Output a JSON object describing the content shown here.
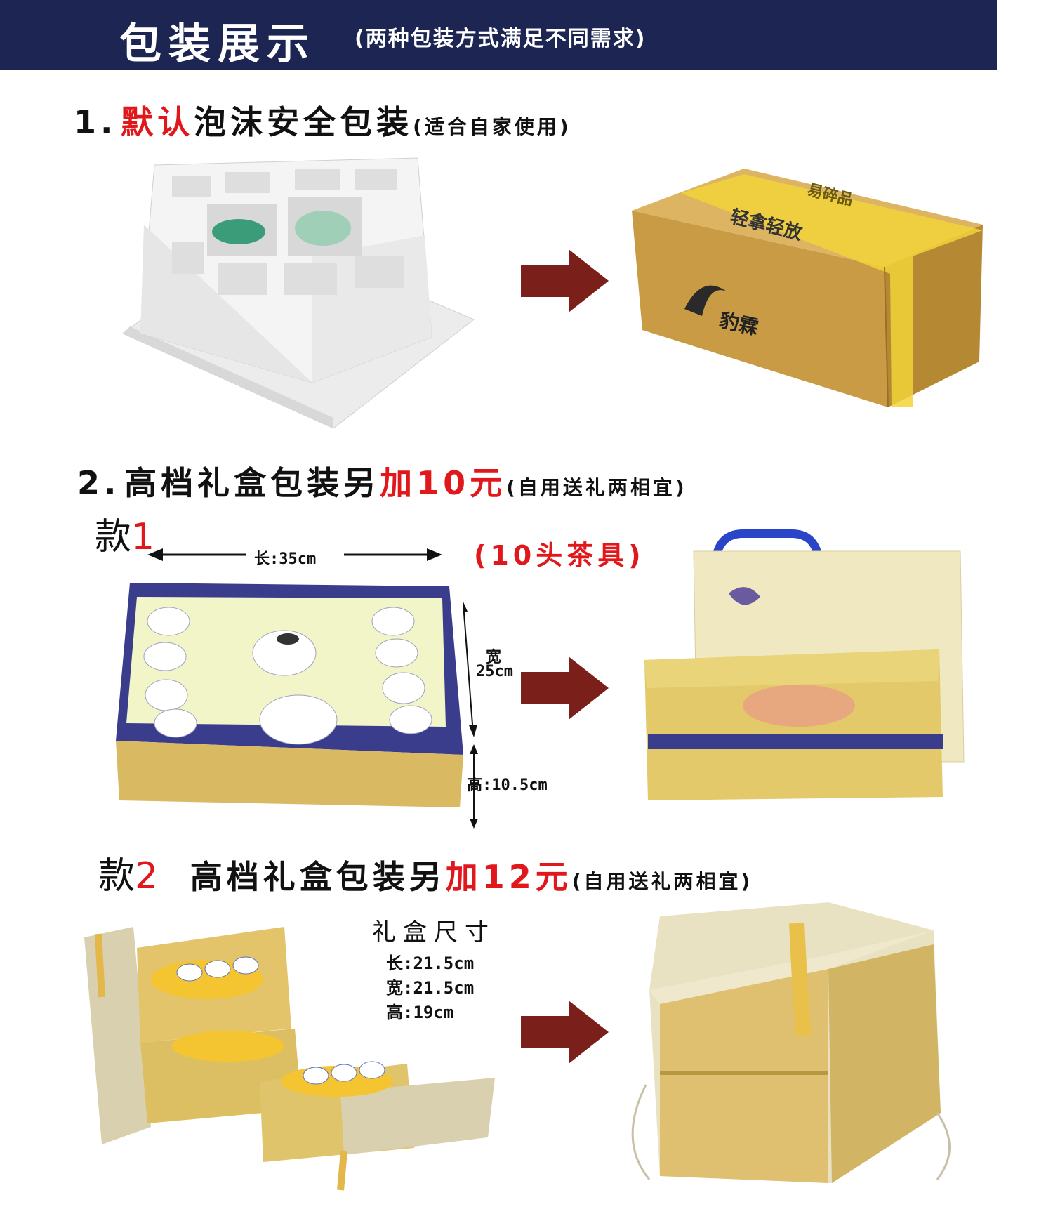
{
  "header": {
    "title": "包装展示",
    "subtitle": "(两种包装方式满足不同需求)"
  },
  "section1": {
    "num": "1.",
    "title_red": "默认",
    "title_rest": "泡沫安全包装",
    "note": "(适合自家使用)",
    "carton_tape_text_1": "易碎品",
    "carton_tape_text_2": "轻拿轻放",
    "carton_brand": "豹霖"
  },
  "section2": {
    "num": "2.",
    "title": "高档礼盒包装另",
    "price": "加10元",
    "note": "(自用送礼两相宜)",
    "style_label": "款",
    "style_num": "1",
    "tea_set_note": "(10头茶具)",
    "dim_length": "长:35cm",
    "dim_width_label": "宽",
    "dim_width_value": "25cm",
    "dim_height": "高:10.5cm"
  },
  "section3": {
    "style_label": "款",
    "style_num": "2",
    "title": "高档礼盒包装另",
    "price": "加12元",
    "note": "(自用送礼两相宜)",
    "size_title": "礼盒尺寸",
    "size_length": "长:21.5cm",
    "size_width": "宽:21.5cm",
    "size_height": "高:19cm"
  },
  "colors": {
    "header_bg": "#1d2652",
    "accent_red": "#e0181c",
    "arrow": "#7a1f1a"
  }
}
